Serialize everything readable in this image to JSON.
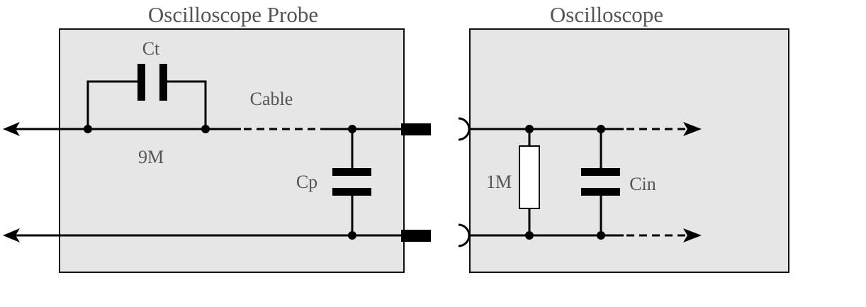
{
  "diagram": {
    "probe": {
      "title": "Oscilloscope Probe",
      "cap_tip_label": "Ct",
      "resistor_label": "9M",
      "cable_label": "Cable",
      "cap_parallel_label": "Cp"
    },
    "scope": {
      "title": "Oscilloscope",
      "resistor_label": "1M",
      "cap_input_label": "Cin"
    }
  }
}
